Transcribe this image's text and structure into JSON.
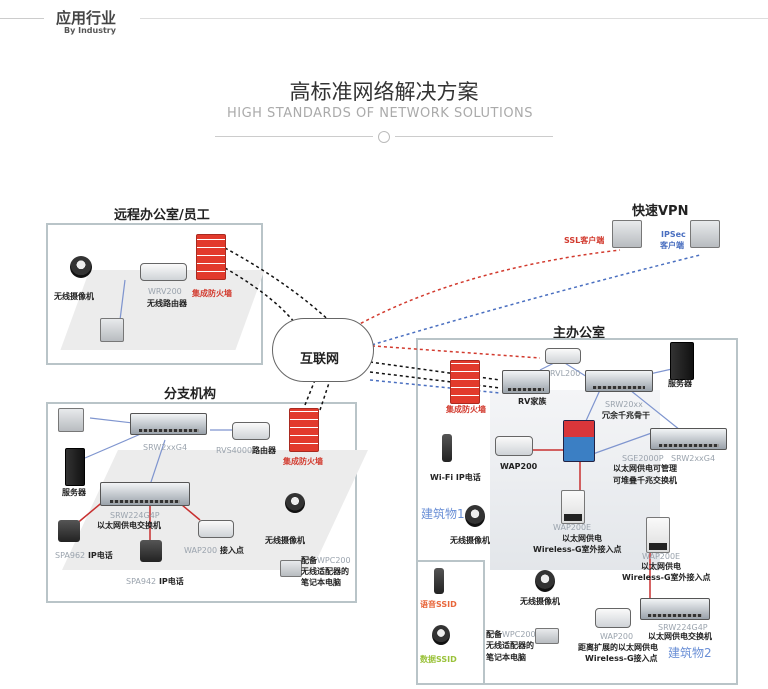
{
  "header": {
    "title": "应用行业",
    "subtitle": "By Industry"
  },
  "hero": {
    "title": "高标准网络解决方案",
    "subtitle": "HIGH STANDARDS OF NETWORK SOLUTIONS",
    "icon": "chevron-circle-icon"
  },
  "cloud": {
    "label": "互联网"
  },
  "remote": {
    "title": "远程办公室/员工",
    "camera": "无线摄像机",
    "router_model": "WRV200",
    "router_name": "无线路由器",
    "firewall": "集成防火墙"
  },
  "vpn": {
    "title": "快速VPN",
    "ssl": "SSL客户端",
    "ipsec_1": "IPSec",
    "ipsec_2": "客户端"
  },
  "branch": {
    "title": "分支机构",
    "core_switch": "SRW2xxG4",
    "router_model": "RVS4000",
    "router_name": "路由器",
    "firewall": "集成防火墙",
    "server": "服务器",
    "poe_model": "SRW224G4P",
    "poe_name": "以太网供电交换机",
    "phone1_model": "SPA962",
    "phone1_name": "IP电话",
    "phone2_model": "SPA942",
    "phone2_name": "IP电话",
    "ap_model": "WAP200",
    "ap_name": "接入点",
    "camera": "无线摄像机",
    "laptop_1a": "配备",
    "laptop_1b": "WPC200",
    "laptop_2": "无线适配器的",
    "laptop_3": "笔记本电脑"
  },
  "main": {
    "title": "主办公室",
    "rvl": "RVL200",
    "rv": "RV家族",
    "firewall": "集成防火墙",
    "server": "服务器",
    "srw20": "SRW20xx",
    "backbone": "冗余千兆骨干",
    "srw2xx": "SRW2xxG4",
    "sge": "SGE2000P",
    "sge_1": "以太网供电可管理",
    "sge_2": "可堆叠千兆交换机",
    "wifi_phone": "Wi-Fi IP电话",
    "wap200": "WAP200",
    "building1": "建筑物1",
    "camera1": "无线摄像机",
    "wap200e_1": "WAP200E",
    "wap200e_1a": "以太网供电",
    "wap200e_1b": "Wireless-G室外接入点",
    "wap200e_2": "WAP200E",
    "wap200e_2a": "以太网供电",
    "wap200e_2b": "Wireless-G室外接入点",
    "voice_ssid": "语音SSID",
    "data_ssid": "数据SSID",
    "camera2": "无线摄像机",
    "laptop_1a": "配备",
    "laptop_1b": "WPC200",
    "laptop_2": "无线适配器的",
    "laptop_3": "笔记本电脑",
    "wap200b": "WAP200",
    "wap200b_1": "距离扩展的以太网供电",
    "wap200b_2": "Wireless-G接入点",
    "poe_model": "SRW224G4P",
    "poe_name": "以太网供电交换机",
    "building2": "建筑物2"
  },
  "colors": {
    "firewall": "#e23a2c",
    "ssl_link": "#d23a2e",
    "ipsec_link": "#4a6fc0",
    "lan_link": "#7f95cf",
    "poe_link": "#c83030"
  }
}
